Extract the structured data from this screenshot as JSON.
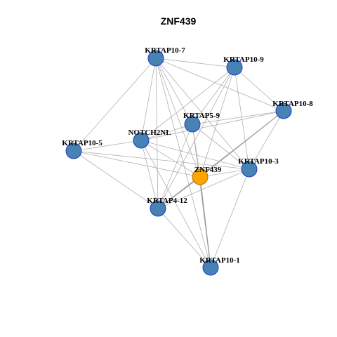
{
  "title": "ZNF439",
  "center_node": "ZNF439",
  "colors": {
    "node_fill": "#4682B4",
    "node_stroke": "#1f3fbf",
    "center_fill": "#FFA500",
    "center_stroke": "#b36b00",
    "edge": "#b0b0b0"
  },
  "nodes": [
    {
      "id": "KRTAP10-7",
      "label": "KRTAP10-7"
    },
    {
      "id": "KRTAP10-9",
      "label": "KRTAP10-9"
    },
    {
      "id": "KRTAP10-8",
      "label": "KRTAP10-8"
    },
    {
      "id": "KRTAP5-9",
      "label": "KRTAP5-9"
    },
    {
      "id": "NOTCH2NL",
      "label": "NOTCH2NL"
    },
    {
      "id": "KRTAP10-5",
      "label": "KRTAP10-5"
    },
    {
      "id": "ZNF439",
      "label": "ZNF439"
    },
    {
      "id": "KRTAP10-3",
      "label": "KRTAP10-3"
    },
    {
      "id": "KRTAP4-12",
      "label": "KRTAP4-12"
    },
    {
      "id": "KRTAP10-1",
      "label": "KRTAP10-1"
    }
  ],
  "edges": [
    [
      "KRTAP10-7",
      "KRTAP10-9"
    ],
    [
      "KRTAP10-7",
      "KRTAP10-8"
    ],
    [
      "KRTAP10-7",
      "KRTAP5-9"
    ],
    [
      "KRTAP10-7",
      "NOTCH2NL"
    ],
    [
      "KRTAP10-7",
      "KRTAP10-5"
    ],
    [
      "KRTAP10-7",
      "ZNF439"
    ],
    [
      "KRTAP10-7",
      "KRTAP10-3"
    ],
    [
      "KRTAP10-7",
      "KRTAP4-12"
    ],
    [
      "KRTAP10-7",
      "KRTAP10-1"
    ],
    [
      "KRTAP10-9",
      "KRTAP10-8"
    ],
    [
      "KRTAP10-9",
      "KRTAP5-9"
    ],
    [
      "KRTAP10-9",
      "NOTCH2NL"
    ],
    [
      "KRTAP10-9",
      "ZNF439"
    ],
    [
      "KRTAP10-9",
      "KRTAP10-3"
    ],
    [
      "KRTAP10-9",
      "KRTAP4-12"
    ],
    [
      "KRTAP10-8",
      "KRTAP5-9"
    ],
    [
      "KRTAP10-8",
      "NOTCH2NL"
    ],
    [
      "KRTAP10-8",
      "ZNF439"
    ],
    [
      "KRTAP10-8",
      "KRTAP10-3"
    ],
    [
      "KRTAP10-8",
      "KRTAP4-12"
    ],
    [
      "KRTAP5-9",
      "NOTCH2NL"
    ],
    [
      "KRTAP5-9",
      "ZNF439"
    ],
    [
      "KRTAP5-9",
      "KRTAP10-3"
    ],
    [
      "KRTAP5-9",
      "KRTAP4-12"
    ],
    [
      "KRTAP5-9",
      "KRTAP10-1"
    ],
    [
      "NOTCH2NL",
      "KRTAP10-5"
    ],
    [
      "NOTCH2NL",
      "ZNF439"
    ],
    [
      "NOTCH2NL",
      "KRTAP10-3"
    ],
    [
      "NOTCH2NL",
      "KRTAP4-12"
    ],
    [
      "NOTCH2NL",
      "KRTAP10-1"
    ],
    [
      "KRTAP10-5",
      "ZNF439"
    ],
    [
      "KRTAP10-5",
      "KRTAP10-3"
    ],
    [
      "KRTAP10-5",
      "KRTAP4-12"
    ],
    [
      "ZNF439",
      "KRTAP10-3"
    ],
    [
      "ZNF439",
      "KRTAP4-12"
    ],
    [
      "ZNF439",
      "KRTAP10-1"
    ],
    [
      "KRTAP10-3",
      "KRTAP4-12"
    ],
    [
      "KRTAP10-3",
      "KRTAP10-1"
    ],
    [
      "KRTAP4-12",
      "KRTAP10-1"
    ]
  ],
  "strong_edges": [
    [
      "ZNF439",
      "KRTAP10-1"
    ],
    [
      "ZNF439",
      "KRTAP4-12"
    ],
    [
      "KRTAP10-8",
      "ZNF439"
    ]
  ]
}
